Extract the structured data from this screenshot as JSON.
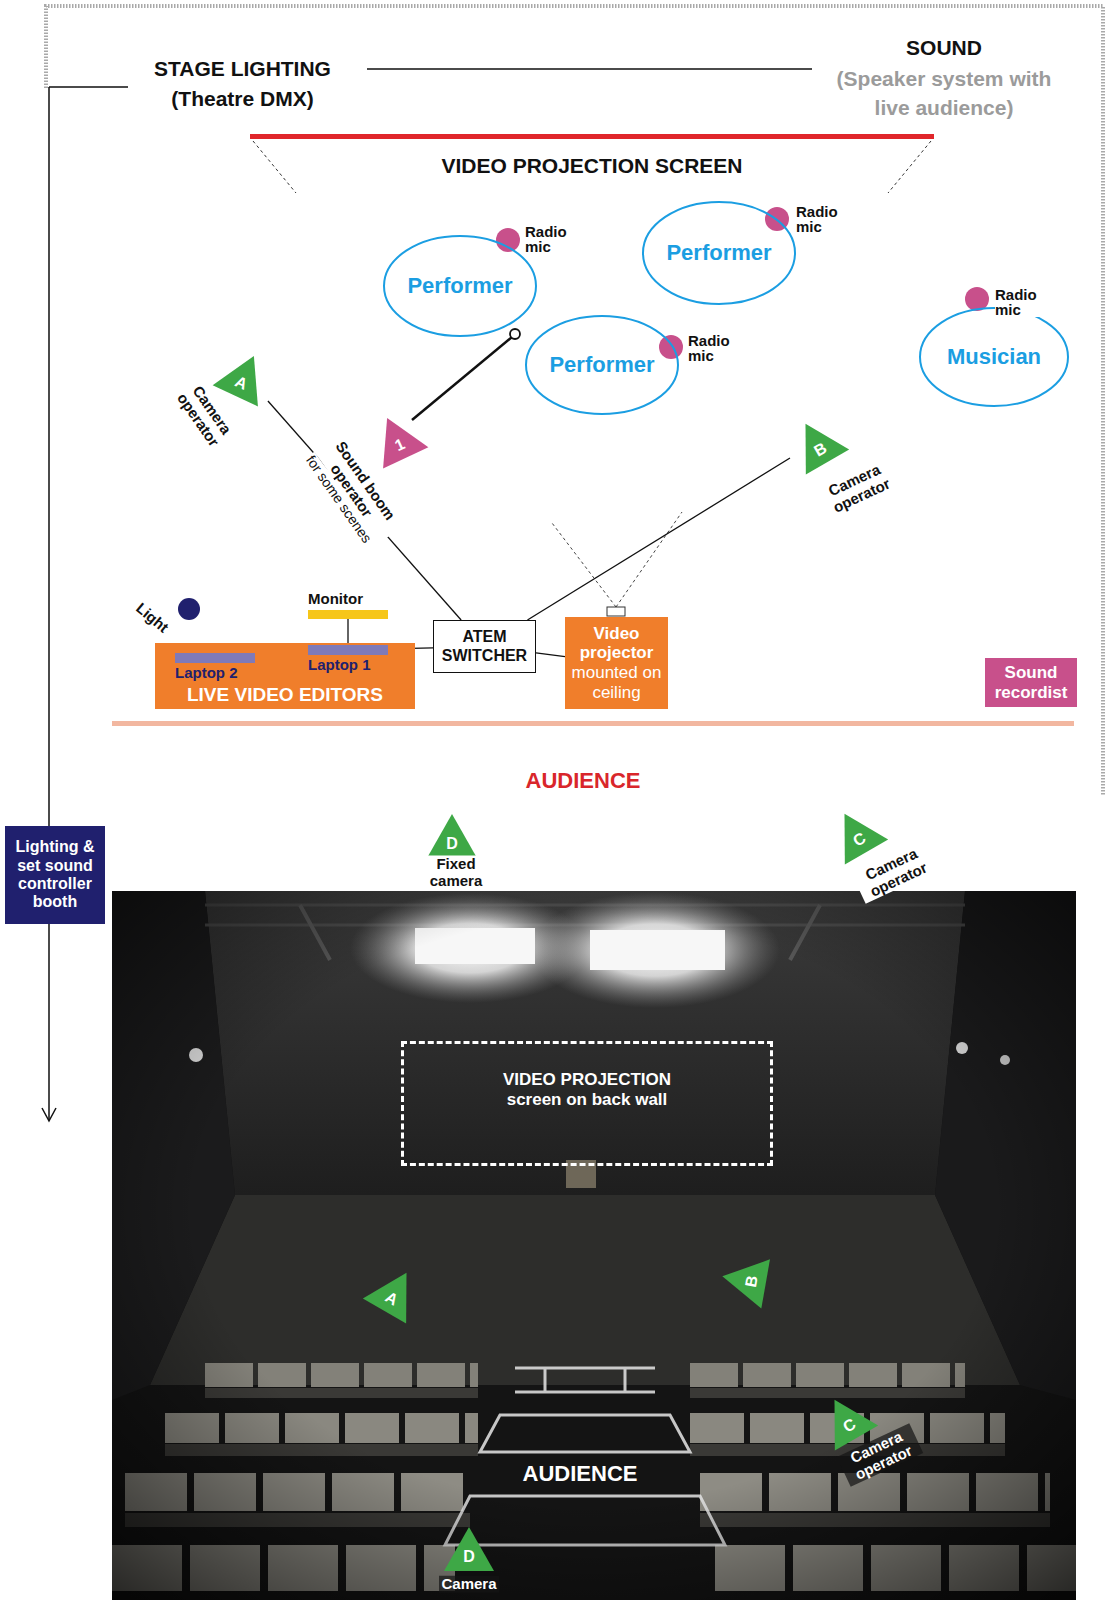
{
  "diagram": {
    "nodes": [
      {
        "text": [
          "Performer"
        ]
      },
      {
        "text": [
          "Performer"
        ]
      },
      {
        "text": [
          "Performer"
        ]
      },
      {
        "text": [
          "Musician"
        ]
      },
      {
        "text": [
          "A",
          "Camera operator"
        ]
      },
      {
        "text": [
          "1",
          "Sound boom operator",
          "for some scenes"
        ]
      },
      {
        "text": [
          "B",
          "Camera operator"
        ]
      },
      {
        "text": [
          "Light"
        ]
      },
      {
        "text": [
          "Monitor"
        ]
      },
      {
        "text": [
          "LIVE VIDEO EDITORS"
        ]
      },
      {
        "text": [
          "Laptop 2"
        ],
        "in": 9
      },
      {
        "text": [
          "Laptop 1"
        ],
        "in": 9
      },
      {
        "text": [
          "ATEM SWITCHER"
        ]
      },
      {
        "text": [
          "Video projector",
          "mounted on ceiling"
        ]
      },
      {
        "text": [
          "Sound recordist"
        ]
      },
      {
        "text": [
          "D",
          "Fixed camera"
        ]
      },
      {
        "text": [
          "C",
          "Camera operator"
        ]
      },
      {
        "text": [
          "Lighting & set sound controller booth"
        ]
      },
      {
        "text": [
          "VIDEO PROJECTION screen on back wall"
        ]
      },
      {
        "text": [
          "A"
        ]
      },
      {
        "text": [
          "B"
        ]
      },
      {
        "text": [
          "C",
          "Camera operator"
        ]
      },
      {
        "text": [
          "D",
          "Camera"
        ]
      }
    ],
    "edges": [
      {
        "from": 4,
        "to": 12,
        "arrow": "none"
      },
      {
        "from": 6,
        "to": 12,
        "arrow": "none"
      },
      {
        "from": 10,
        "to": 11,
        "arrow": "none"
      },
      {
        "from": 11,
        "to": 12,
        "arrow": "none"
      },
      {
        "from": 8,
        "to": 11,
        "arrow": "none"
      },
      {
        "from": 12,
        "to": 13,
        "arrow": "none"
      }
    ],
    "labels": [
      "STAGE LIGHTING (Theatre DMX)",
      "SOUND",
      "(Speaker system with live audience)",
      "VIDEO PROJECTION SCREEN",
      "Radio mic",
      "Radio mic",
      "Radio mic",
      "Radio mic",
      "AUDIENCE",
      "AUDIENCE"
    ]
  }
}
